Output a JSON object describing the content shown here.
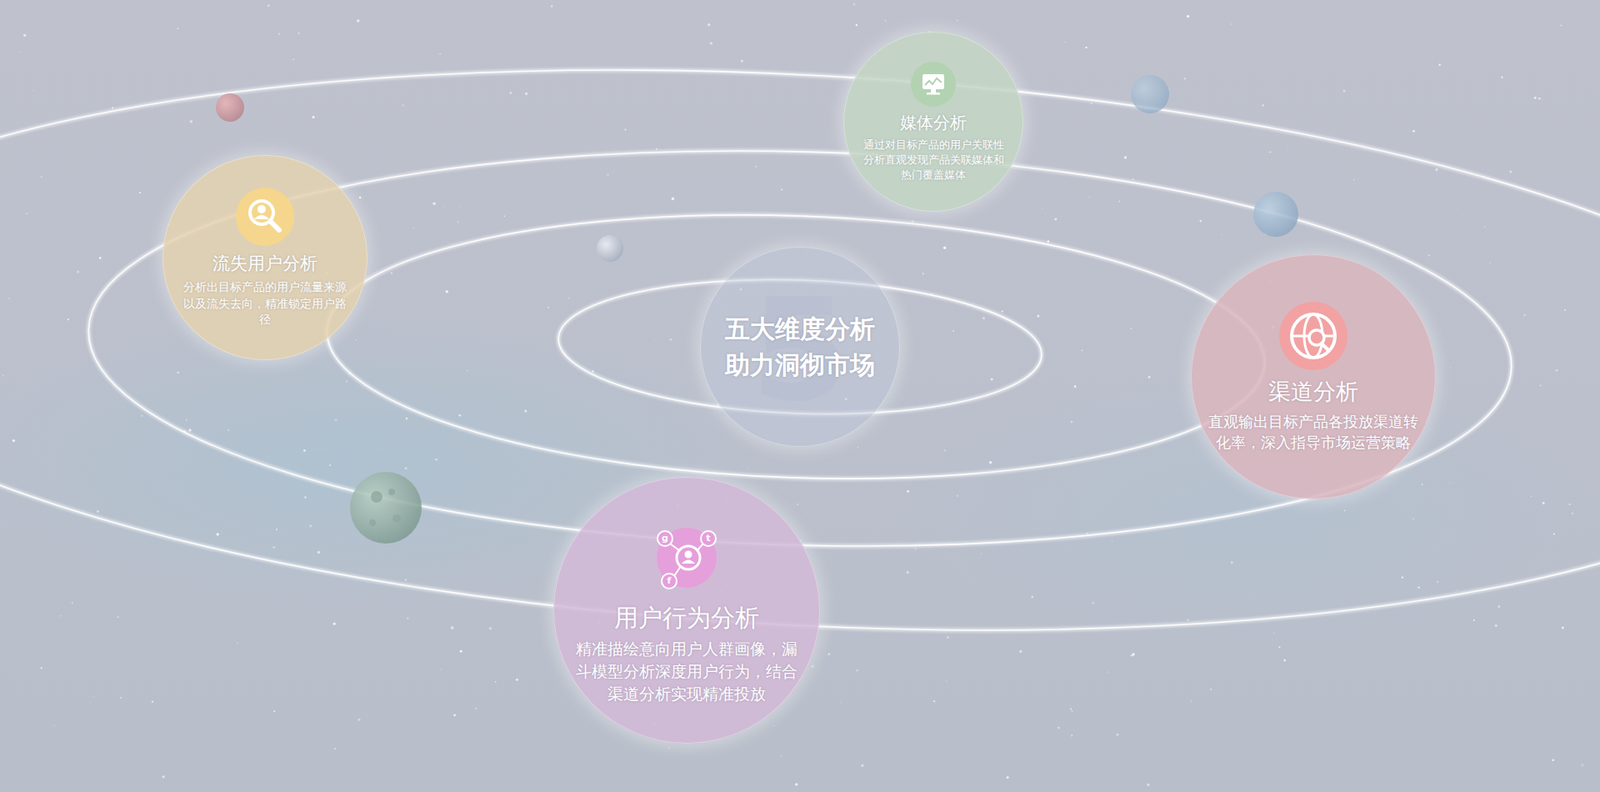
{
  "diagram": {
    "nodes": [
      {
        "text": [
          "五大维度分析 助力洞彻市场"
        ]
      },
      {
        "text": [
          "媒体分析",
          "通过对目标产品的用户关联性分析直观发现产品关联媒体和热门覆盖媒体"
        ]
      },
      {
        "text": [
          "流失用户分析",
          "分析出目标产品的用户流量来源以及流失去向，精准锁定用户路径"
        ]
      },
      {
        "text": [
          "渠道分析",
          "直观输出目标产品各投放渠道转化率，深入指导市场运营策略"
        ]
      },
      {
        "text": [
          "用户行为分析",
          "精准描绘意向用户人群画像，漏斗模型分析深度用户行为，结合渠道分析实现精准投放"
        ]
      }
    ],
    "labels": [
      "5",
      "g",
      "t",
      "f"
    ]
  }
}
